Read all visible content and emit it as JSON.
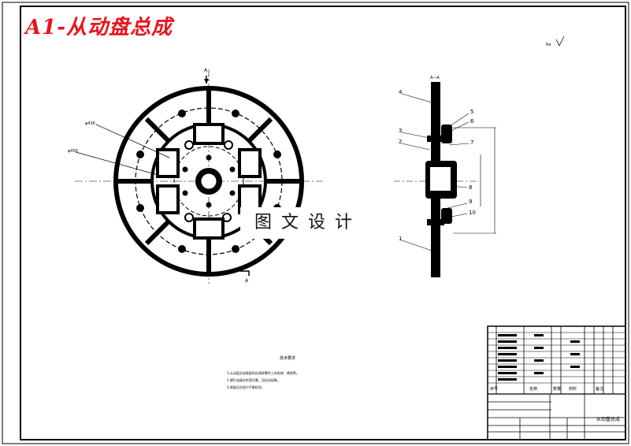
{
  "header": {
    "title": "A1-从动盘总成",
    "title_color": "#e8141a"
  },
  "watermark": {
    "text": "图文设计"
  },
  "front_view": {
    "section_label_top": "A",
    "section_label_bottom": "A",
    "dim_outer": "φ436",
    "dim_inner": "φ450"
  },
  "section_view": {
    "title": "A—A",
    "roughness_mark": "Ra",
    "part_numbers": [
      "1",
      "2",
      "3",
      "4",
      "5",
      "6",
      "7",
      "8",
      "9",
      "10"
    ]
  },
  "notes": {
    "heading": "技术要求",
    "items": [
      "1.从动盘总成装配时应清除零件上的毛刺、锈蚀等。",
      "2.铆钉连接应牢固可靠，无松动现象。",
      "3.装配后应进行平衡检验。"
    ]
  },
  "title_block": {
    "bom_headers": [
      "序号",
      "名称",
      "数量",
      "材料",
      "备注"
    ],
    "drawing_name": "从动盘总成"
  }
}
